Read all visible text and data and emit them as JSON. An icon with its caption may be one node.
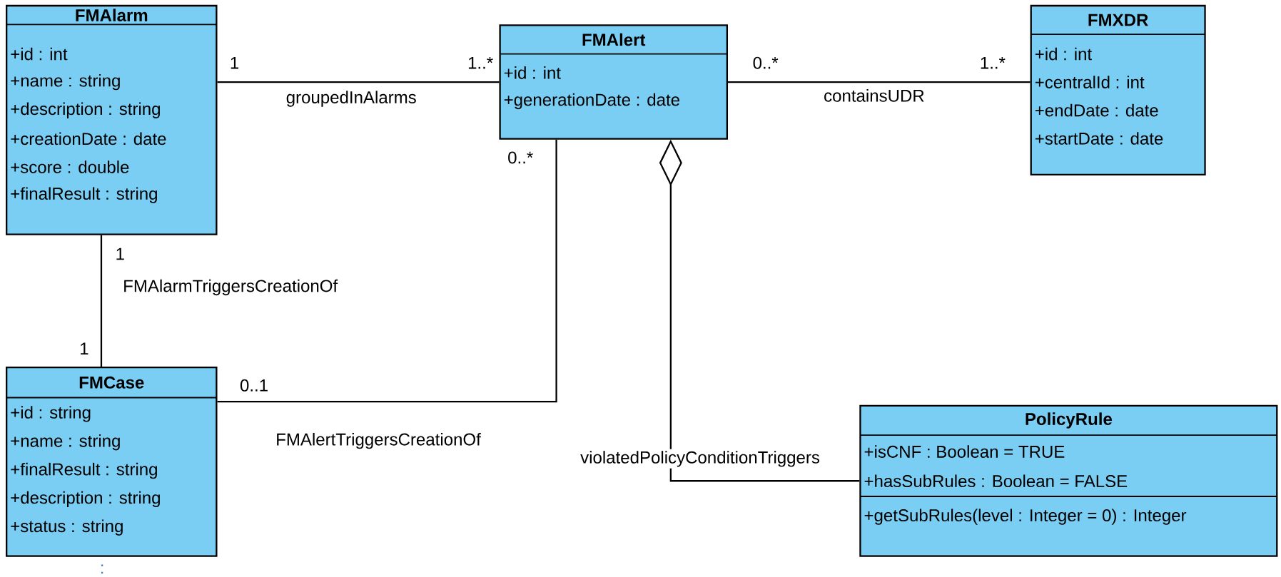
{
  "diagram": {
    "nodes": [
      {
        "text": [
          "FMAlarm",
          "+id : int",
          "+name : string",
          "+description : string",
          "+creationDate : date",
          "+score : double",
          "+finalResult : string"
        ]
      },
      {
        "text": [
          "FMAlert",
          "+id : int",
          "+generationDate : date"
        ]
      },
      {
        "text": [
          "FMXDR",
          "+id : int",
          "+centralId : int",
          "+endDate : date",
          "+startDate : date"
        ]
      },
      {
        "text": [
          "FMCase",
          "+id : string",
          "+name : string",
          "+finalResult : string",
          "+description : string",
          "+status : string"
        ]
      },
      {
        "text": [
          "PolicyRule",
          "+isCNF : Boolean = TRUE",
          "+hasSubRules : Boolean = FALSE",
          "+getSubRules(level : Integer = 0) : Integer"
        ]
      }
    ],
    "edges": [
      {
        "from": 0,
        "to": 1,
        "arrow": "none",
        "label": "groupedInAlarms"
      },
      {
        "from": 1,
        "to": 2,
        "arrow": "none",
        "label": "containsUDR"
      },
      {
        "from": 0,
        "to": 3,
        "arrow": "none",
        "label": "FMAlarmTriggersCreationOf"
      },
      {
        "from": 1,
        "to": 3,
        "arrow": "none",
        "label": "FMAlertTriggersCreationOf"
      },
      {
        "from": 4,
        "to": 1,
        "arrow": "other",
        "label": "violatedPolicyConditionTriggers"
      }
    ],
    "labels": [
      "1",
      "1..*",
      "0..*",
      "1..*",
      "0..*",
      "1",
      "1",
      "0..1",
      ":"
    ]
  }
}
